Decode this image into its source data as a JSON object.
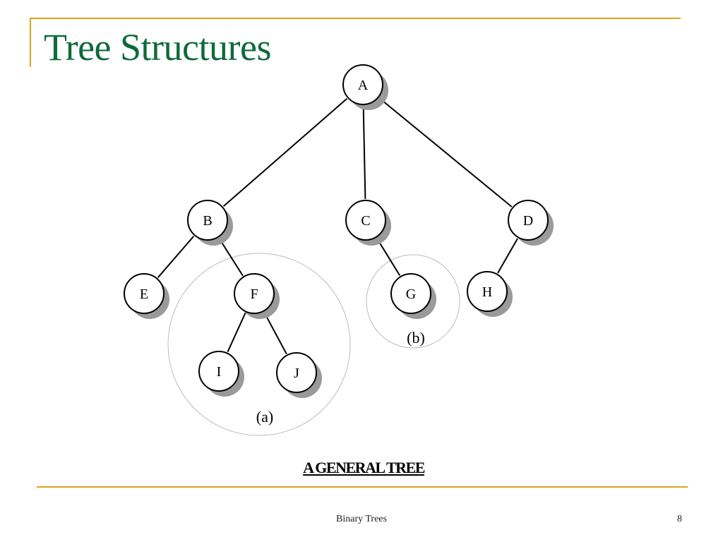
{
  "slide": {
    "title": "Tree Structures",
    "caption": "A GENERAL TREE",
    "footer_text": "Binary Trees",
    "page_number": "8"
  },
  "colors": {
    "title": "#0e6a3a",
    "rule": "#d9a521",
    "node_shadow": "#9a9a9a",
    "group_outline": "#bbbbbb"
  },
  "tree": {
    "nodes": [
      {
        "id": "A",
        "label": "A"
      },
      {
        "id": "B",
        "label": "B"
      },
      {
        "id": "C",
        "label": "C"
      },
      {
        "id": "D",
        "label": "D"
      },
      {
        "id": "E",
        "label": "E"
      },
      {
        "id": "F",
        "label": "F"
      },
      {
        "id": "G",
        "label": "G"
      },
      {
        "id": "H",
        "label": "H"
      },
      {
        "id": "I",
        "label": "I"
      },
      {
        "id": "J",
        "label": "J"
      }
    ],
    "edges": [
      {
        "from": "A",
        "to": "B"
      },
      {
        "from": "A",
        "to": "C"
      },
      {
        "from": "A",
        "to": "D"
      },
      {
        "from": "B",
        "to": "E"
      },
      {
        "from": "B",
        "to": "F"
      },
      {
        "from": "C",
        "to": "G"
      },
      {
        "from": "D",
        "to": "H"
      },
      {
        "from": "F",
        "to": "I"
      },
      {
        "from": "F",
        "to": "J"
      }
    ],
    "subtree_groups": [
      {
        "id": "a",
        "label": "(a)",
        "members": [
          "F",
          "I",
          "J"
        ]
      },
      {
        "id": "b",
        "label": "(b)",
        "members": [
          "G"
        ]
      }
    ]
  }
}
